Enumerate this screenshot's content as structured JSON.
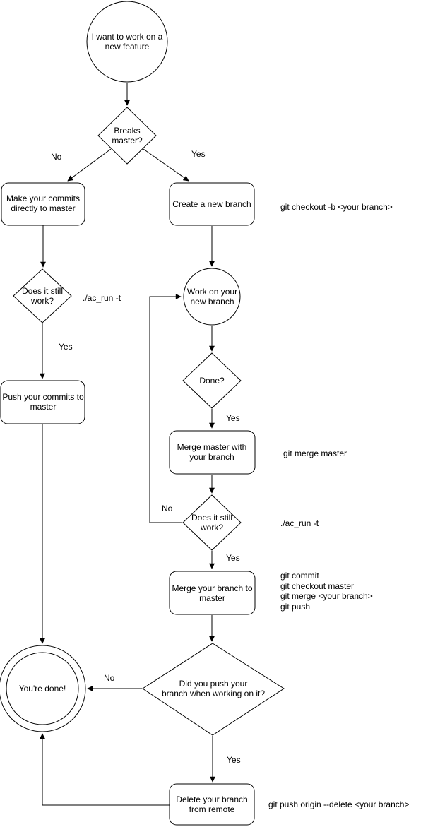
{
  "diagram": {
    "background_color": "#ffffff",
    "stroke_color": "#000000",
    "text_color": "#000000"
  },
  "nodes": {
    "start": {
      "shape": "circle",
      "lines": [
        "I want to work on a",
        "new feature"
      ]
    },
    "breaks_master": {
      "shape": "diamond",
      "lines": [
        "Breaks",
        "master?"
      ]
    },
    "make_commits": {
      "shape": "rounded-rect",
      "lines": [
        "Make your commits",
        "directly to master"
      ]
    },
    "create_branch": {
      "shape": "rounded-rect",
      "lines": [
        "Create a new branch"
      ]
    },
    "does_it_work_1": {
      "shape": "diamond",
      "lines": [
        "Does it still",
        "work?"
      ]
    },
    "push_commits": {
      "shape": "rounded-rect",
      "lines": [
        "Push your commits to",
        "master"
      ]
    },
    "work_on_branch": {
      "shape": "circle",
      "lines": [
        "Work on your",
        "new branch"
      ]
    },
    "done": {
      "shape": "diamond",
      "lines": [
        "Done?"
      ]
    },
    "merge_master": {
      "shape": "rounded-rect",
      "lines": [
        "Merge master with",
        "your branch"
      ]
    },
    "does_it_work_2": {
      "shape": "diamond",
      "lines": [
        "Does it still",
        "work?"
      ]
    },
    "merge_branch": {
      "shape": "rounded-rect",
      "lines": [
        "Merge your branch to",
        "master"
      ]
    },
    "did_you_push": {
      "shape": "diamond",
      "lines": [
        "Did you push your",
        "branch when working on it?"
      ]
    },
    "youre_done": {
      "shape": "double-circle",
      "lines": [
        "You're done!"
      ]
    },
    "delete_branch": {
      "shape": "rounded-rect",
      "lines": [
        "Delete your branch",
        "from remote"
      ]
    }
  },
  "edge_labels": {
    "no_breaks": "No",
    "yes_breaks": "Yes",
    "yes_work_1": "Yes",
    "yes_done": "Yes",
    "no_work_2": "No",
    "yes_work_2": "Yes",
    "no_pushed": "No",
    "yes_pushed": "Yes"
  },
  "annotations": {
    "checkout_cmd": "git checkout -b <your branch>",
    "ac_run_1": "./ac_run -t",
    "merge_master_cmd": "git merge master",
    "ac_run_2": "./ac_run -t",
    "merge_branch_cmds": [
      "git commit",
      "git checkout master",
      "git merge <your branch>",
      "git push"
    ],
    "delete_remote_cmd": "git push origin --delete <your branch>"
  }
}
